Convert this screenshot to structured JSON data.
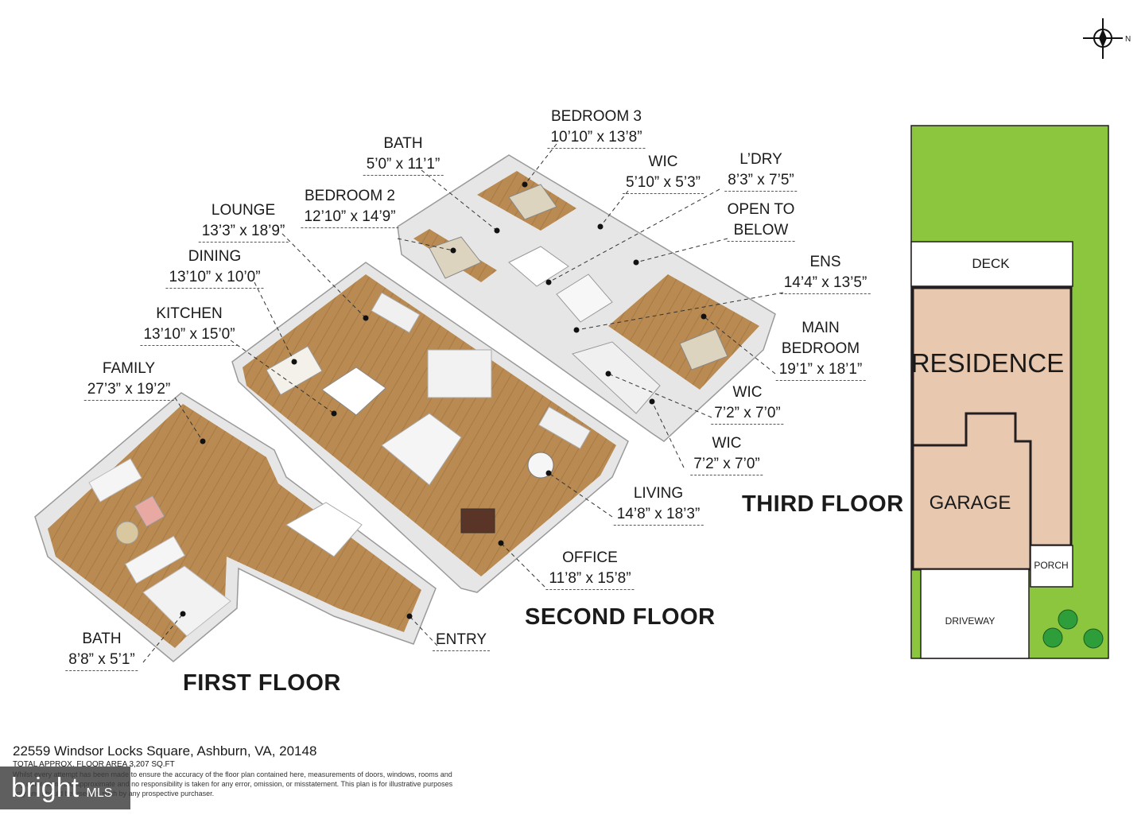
{
  "floors": {
    "first": "FIRST FLOOR",
    "second": "SECOND FLOOR",
    "third": "THIRD FLOOR"
  },
  "rooms": {
    "bedroom3": {
      "name": "BEDROOM 3",
      "dim": "10’10” x 13’8”"
    },
    "bath_upper": {
      "name": "BATH",
      "dim": "5’0” x 11’1”"
    },
    "wic_small": {
      "name": "WIC",
      "dim": "5’10” x 5’3”"
    },
    "laundry": {
      "name": "L’DRY",
      "dim": "8’3” x 7’5”"
    },
    "open_to_below": {
      "name": "OPEN TO",
      "dim": "BELOW"
    },
    "bedroom2": {
      "name": "BEDROOM 2",
      "dim": "12’10” x 14’9”"
    },
    "lounge": {
      "name": "LOUNGE",
      "dim": "13’3” x 18’9”"
    },
    "dining": {
      "name": "DINING",
      "dim": "13’10” x 10’0”"
    },
    "kitchen": {
      "name": "KITCHEN",
      "dim": "13’10” x 15’0”"
    },
    "family": {
      "name": "FAMILY",
      "dim": "27’3” x 19’2”"
    },
    "ens": {
      "name": "ENS",
      "dim": "14’4” x 13’5”"
    },
    "main_bedroom": {
      "name": "MAIN",
      "name2": "BEDROOM",
      "dim": "19’1” x 18’1”"
    },
    "wic_a": {
      "name": "WIC",
      "dim": "7’2” x 7’0”"
    },
    "wic_b": {
      "name": "WIC",
      "dim": "7’2” x 7’0”"
    },
    "living": {
      "name": "LIVING",
      "dim": "14’8” x 18’3”"
    },
    "office": {
      "name": "OFFICE",
      "dim": "11’8” x 15’8”"
    },
    "bath_first": {
      "name": "BATH",
      "dim": "8’8” x 5’1”"
    },
    "entry": {
      "name": "ENTRY"
    }
  },
  "site_plan": {
    "deck": "DECK",
    "residence": "RESIDENCE",
    "garage": "GARAGE",
    "porch": "PORCH",
    "driveway": "DRIVEWAY",
    "colors": {
      "lawn": "#8cc63f",
      "building": "#e8c9b0",
      "outline": "#231f20"
    }
  },
  "compass": {
    "label": "N"
  },
  "footer": {
    "address": "22559 Windsor Locks Square, Ashburn, VA, 20148",
    "area": "TOTAL APPROX. FLOOR AREA 3,207 SQ.FT",
    "disclaimer": "Whilst every attempt has been made to ensure the accuracy of the floor plan contained here, measurements of doors, windows, rooms and any other items are approximate and no responsibility is taken for any error, omission, or misstatement. This plan is for illustrative purposes only and should be used as such by any prospective purchaser."
  },
  "watermark": {
    "brand": "bright",
    "suffix": "MLS"
  },
  "colors": {
    "floor_wood": "#b98a52",
    "wall": "#ffffff",
    "wall_side": "#d8d8d8"
  }
}
